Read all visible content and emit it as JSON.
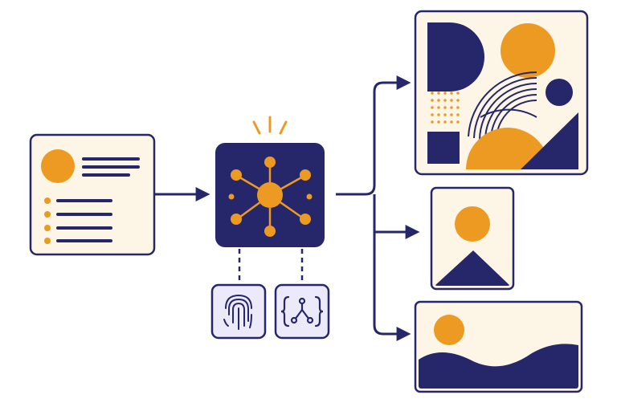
{
  "colors": {
    "navy": "#25276a",
    "orange": "#ec9a22",
    "cream": "#fdf6e7",
    "lavender": "#eceaf8",
    "background": "#ffffff"
  },
  "diagram": {
    "input_card": {
      "icon": "profile-document-icon",
      "list_items": 4
    },
    "processor": {
      "icon": "network-hub-icon",
      "status": "active-glow"
    },
    "tools": [
      {
        "icon": "fingerprint-icon"
      },
      {
        "icon": "code-graph-icon"
      }
    ],
    "outputs": [
      {
        "icon": "abstract-shapes-artwork",
        "format": "square"
      },
      {
        "icon": "sun-mountain-image-icon",
        "format": "portrait"
      },
      {
        "icon": "sun-waves-image-icon",
        "format": "landscape"
      }
    ]
  }
}
